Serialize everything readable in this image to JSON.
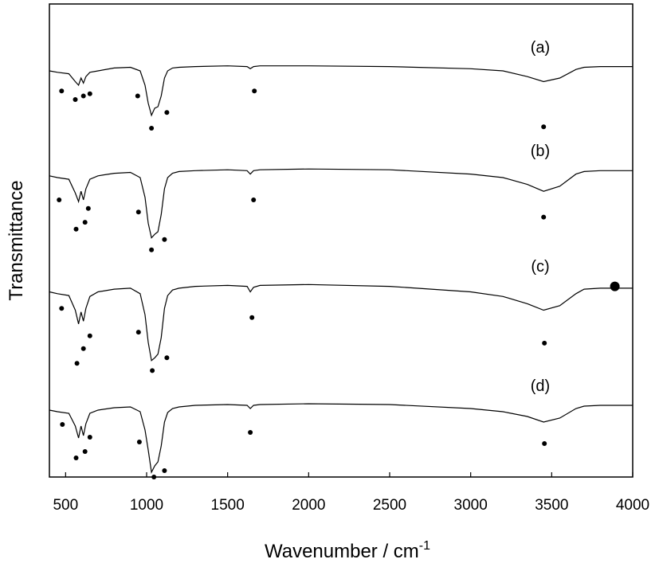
{
  "chart_data": {
    "type": "line",
    "title": "",
    "xlabel": "Wavenumber / cm",
    "xlabel_superscript": "-1",
    "ylabel": "Transmittance",
    "xlim": [
      400,
      4000
    ],
    "xticks": [
      "500",
      "1000",
      "1500",
      "2000",
      "2500",
      "3000",
      "3500",
      "4000"
    ],
    "xtick_values": [
      500,
      1000,
      1500,
      2000,
      2500,
      3000,
      3500,
      4000
    ],
    "grid": false,
    "legend": "none",
    "series": [
      {
        "label": "(a)",
        "x": [
          400,
          450,
          520,
          560,
          580,
          595,
          610,
          625,
          650,
          700,
          800,
          900,
          960,
          990,
          1010,
          1030,
          1050,
          1070,
          1090,
          1110,
          1130,
          1160,
          1200,
          1300,
          1500,
          1620,
          1640,
          1660,
          1700,
          2000,
          2500,
          3000,
          3200,
          3350,
          3450,
          3550,
          3650,
          3700,
          3800,
          4000
        ],
        "y": [
          0.9,
          0.88,
          0.86,
          0.75,
          0.7,
          0.8,
          0.73,
          0.82,
          0.88,
          0.9,
          0.94,
          0.95,
          0.9,
          0.7,
          0.45,
          0.28,
          0.38,
          0.4,
          0.55,
          0.8,
          0.9,
          0.94,
          0.95,
          0.96,
          0.97,
          0.96,
          0.93,
          0.96,
          0.97,
          0.97,
          0.96,
          0.93,
          0.9,
          0.82,
          0.75,
          0.8,
          0.92,
          0.95,
          0.96,
          0.96
        ]
      },
      {
        "label": "(b)",
        "x": [
          400,
          450,
          520,
          560,
          580,
          595,
          610,
          625,
          650,
          700,
          800,
          900,
          960,
          990,
          1010,
          1030,
          1050,
          1070,
          1090,
          1110,
          1130,
          1160,
          1200,
          1300,
          1500,
          1620,
          1640,
          1660,
          1700,
          2000,
          2500,
          3000,
          3200,
          3350,
          3450,
          3550,
          3650,
          3700,
          3800,
          4000
        ],
        "y": [
          0.9,
          0.88,
          0.86,
          0.7,
          0.6,
          0.72,
          0.62,
          0.75,
          0.86,
          0.9,
          0.93,
          0.94,
          0.88,
          0.65,
          0.35,
          0.18,
          0.22,
          0.25,
          0.45,
          0.75,
          0.88,
          0.93,
          0.95,
          0.96,
          0.97,
          0.96,
          0.92,
          0.96,
          0.97,
          0.98,
          0.97,
          0.92,
          0.88,
          0.8,
          0.72,
          0.78,
          0.92,
          0.95,
          0.96,
          0.96
        ]
      },
      {
        "label": "(c)",
        "x": [
          400,
          450,
          520,
          560,
          580,
          595,
          610,
          625,
          650,
          700,
          800,
          900,
          960,
          990,
          1010,
          1030,
          1050,
          1070,
          1090,
          1110,
          1130,
          1160,
          1200,
          1300,
          1500,
          1620,
          1640,
          1660,
          1700,
          2000,
          2500,
          3000,
          3200,
          3350,
          3450,
          3550,
          3650,
          3700,
          3800,
          4000
        ],
        "y": [
          0.9,
          0.88,
          0.86,
          0.7,
          0.55,
          0.68,
          0.58,
          0.72,
          0.85,
          0.9,
          0.93,
          0.94,
          0.88,
          0.65,
          0.35,
          0.15,
          0.18,
          0.22,
          0.4,
          0.72,
          0.86,
          0.92,
          0.94,
          0.96,
          0.97,
          0.96,
          0.9,
          0.95,
          0.97,
          0.98,
          0.96,
          0.9,
          0.85,
          0.77,
          0.7,
          0.75,
          0.88,
          0.93,
          0.94,
          0.94
        ]
      },
      {
        "label": "(d)",
        "x": [
          400,
          450,
          520,
          560,
          580,
          595,
          610,
          625,
          650,
          700,
          800,
          900,
          960,
          990,
          1010,
          1030,
          1050,
          1070,
          1090,
          1110,
          1130,
          1160,
          1200,
          1300,
          1500,
          1620,
          1640,
          1660,
          1700,
          2000,
          2500,
          3000,
          3200,
          3350,
          3450,
          3550,
          3650,
          3700,
          3800,
          4000
        ],
        "y": [
          0.9,
          0.88,
          0.86,
          0.7,
          0.55,
          0.7,
          0.58,
          0.73,
          0.86,
          0.9,
          0.93,
          0.94,
          0.88,
          0.65,
          0.4,
          0.12,
          0.2,
          0.25,
          0.45,
          0.75,
          0.87,
          0.92,
          0.94,
          0.96,
          0.97,
          0.96,
          0.92,
          0.96,
          0.97,
          0.98,
          0.97,
          0.92,
          0.88,
          0.82,
          0.75,
          0.8,
          0.92,
          0.95,
          0.96,
          0.96
        ]
      }
    ],
    "band_markers": [
      {
        "x": [
          475,
          560,
          610,
          650,
          945,
          1030,
          1125,
          1665,
          3450
        ],
        "y": [
          0.62,
          0.5,
          0.55,
          0.58,
          0.55,
          0.1,
          0.32,
          0.62,
          0.12
        ]
      },
      {
        "x": [
          460,
          565,
          620,
          640,
          950,
          1030,
          1110,
          1660,
          3450
        ],
        "y": [
          0.62,
          0.28,
          0.36,
          0.52,
          0.48,
          0.04,
          0.16,
          0.62,
          0.42
        ]
      },
      {
        "x": [
          475,
          570,
          610,
          650,
          950,
          1035,
          1125,
          1650,
          3455
        ],
        "y": [
          0.72,
          0.12,
          0.28,
          0.42,
          0.46,
          0.04,
          0.18,
          0.62,
          0.34
        ]
      },
      {
        "x": [
          480,
          565,
          620,
          650,
          955,
          1045,
          1110,
          1640,
          3455
        ],
        "y": [
          0.72,
          0.3,
          0.38,
          0.56,
          0.5,
          0.06,
          0.14,
          0.62,
          0.48
        ]
      }
    ],
    "highlight_marker": {
      "x": 3890,
      "panel": 2,
      "y": 0.96
    }
  }
}
